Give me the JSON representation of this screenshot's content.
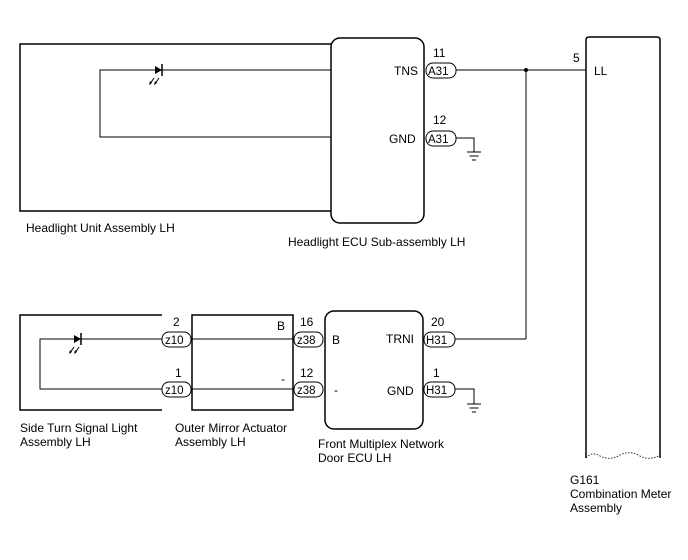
{
  "components": {
    "headlight_unit": {
      "name": "Headlight Unit Assembly LH"
    },
    "headlight_ecu": {
      "name": "Headlight ECU Sub-assembly LH",
      "pins": {
        "tns": "TNS",
        "gnd": "GND"
      }
    },
    "combination_meter": {
      "code": "G161",
      "name_line1": "Combination Meter",
      "name_line2": "Assembly",
      "pin": "LL"
    },
    "side_turn_light": {
      "name_line1": "Side Turn Signal Light",
      "name_line2": "Assembly LH"
    },
    "outer_mirror": {
      "name_line1": "Outer Mirror Actuator",
      "name_line2": "Assembly LH",
      "pin_b": "B",
      "pin_minus": "-"
    },
    "door_ecu": {
      "name_line1": "Front Multiplex Network",
      "name_line2": "Door ECU LH",
      "pin_b": "B",
      "pin_minus": "-",
      "pin_trni": "TRNI",
      "pin_gnd": "GND"
    }
  },
  "connectors": {
    "a31_tns": {
      "code": "A31",
      "pin": "11"
    },
    "a31_gnd": {
      "code": "A31",
      "pin": "12"
    },
    "g161_ll": {
      "pin": "5"
    },
    "z10_top": {
      "code": "z10",
      "pin": "2"
    },
    "z10_bot": {
      "code": "z10",
      "pin": "1"
    },
    "z38_top": {
      "code": "z38",
      "pin": "16"
    },
    "z38_bot": {
      "code": "z38",
      "pin": "12"
    },
    "h31_trni": {
      "code": "H31",
      "pin": "20"
    },
    "h31_gnd": {
      "code": "H31",
      "pin": "1"
    }
  }
}
